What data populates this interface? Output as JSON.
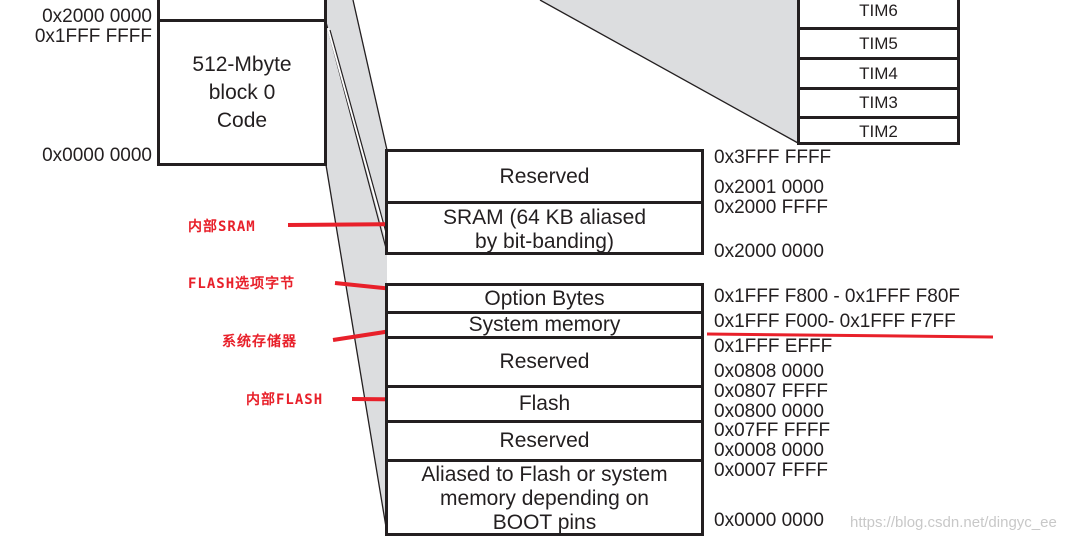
{
  "code_block": {
    "title_lines": [
      "512-Mbyte",
      "block 0",
      "Code"
    ],
    "addr_top_upper": "0x2000 0000",
    "addr_top_lower": "0x1FFF FFFF",
    "addr_bottom": "0x0000 0000"
  },
  "timers": [
    "TIM6",
    "TIM5",
    "TIM4",
    "TIM3",
    "TIM2"
  ],
  "memory_map": {
    "sram_group": [
      {
        "label": "Reserved"
      },
      {
        "label_lines": [
          "SRAM (64 KB aliased",
          "by bit-banding)"
        ]
      }
    ],
    "sram_addresses": [
      "0x3FFF FFFF",
      "0x2001 0000",
      "0x2000 FFFF",
      "0x2000 0000"
    ],
    "main_group": [
      {
        "label": "Option Bytes"
      },
      {
        "label": "System memory"
      },
      {
        "label": "Reserved"
      },
      {
        "label": "Flash"
      },
      {
        "label": "Reserved"
      },
      {
        "label_lines": [
          "Aliased to Flash or system",
          "memory depending on",
          "BOOT pins"
        ]
      }
    ],
    "main_addresses": [
      "0x1FFF F800 - 0x1FFF F80F",
      "0x1FFF F000- 0x1FFF F7FF",
      "0x1FFF EFFF",
      "0x0808 0000",
      "0x0807 FFFF",
      "0x0800 0000",
      "0x07FF FFFF",
      "0x0008 0000",
      "0x0007 FFFF",
      "0x0000 0000"
    ]
  },
  "annotations": {
    "sram": "内部SRAM",
    "option_bytes": "FLASH选项字节",
    "system_memory": "系统存储器",
    "flash": "内部FLASH",
    "color": "#e8202a"
  },
  "watermark": "https://blog.csdn.net/dingyc_ee"
}
